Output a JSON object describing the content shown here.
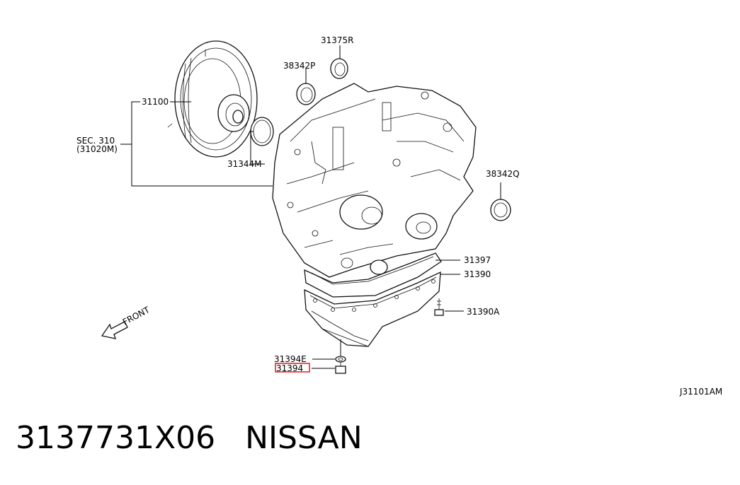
{
  "labels": {
    "p31375r": "31375R",
    "p38342p": "38342P",
    "p31100": "31100",
    "sec_line1": "SEC. 310",
    "sec_line2": "(31020M)",
    "p31344m": "31344M",
    "p38342q": "38342Q",
    "p31397": "31397",
    "p31390": "31390",
    "p31390a": "31390A",
    "p31394e": "31394E",
    "p31394": "31394",
    "front": "FRONT",
    "drawing_code": "J31101AM"
  },
  "highlight_color": "#e01b1b",
  "caption": {
    "part_number": "3137731X06",
    "brand": "NISSAN"
  }
}
